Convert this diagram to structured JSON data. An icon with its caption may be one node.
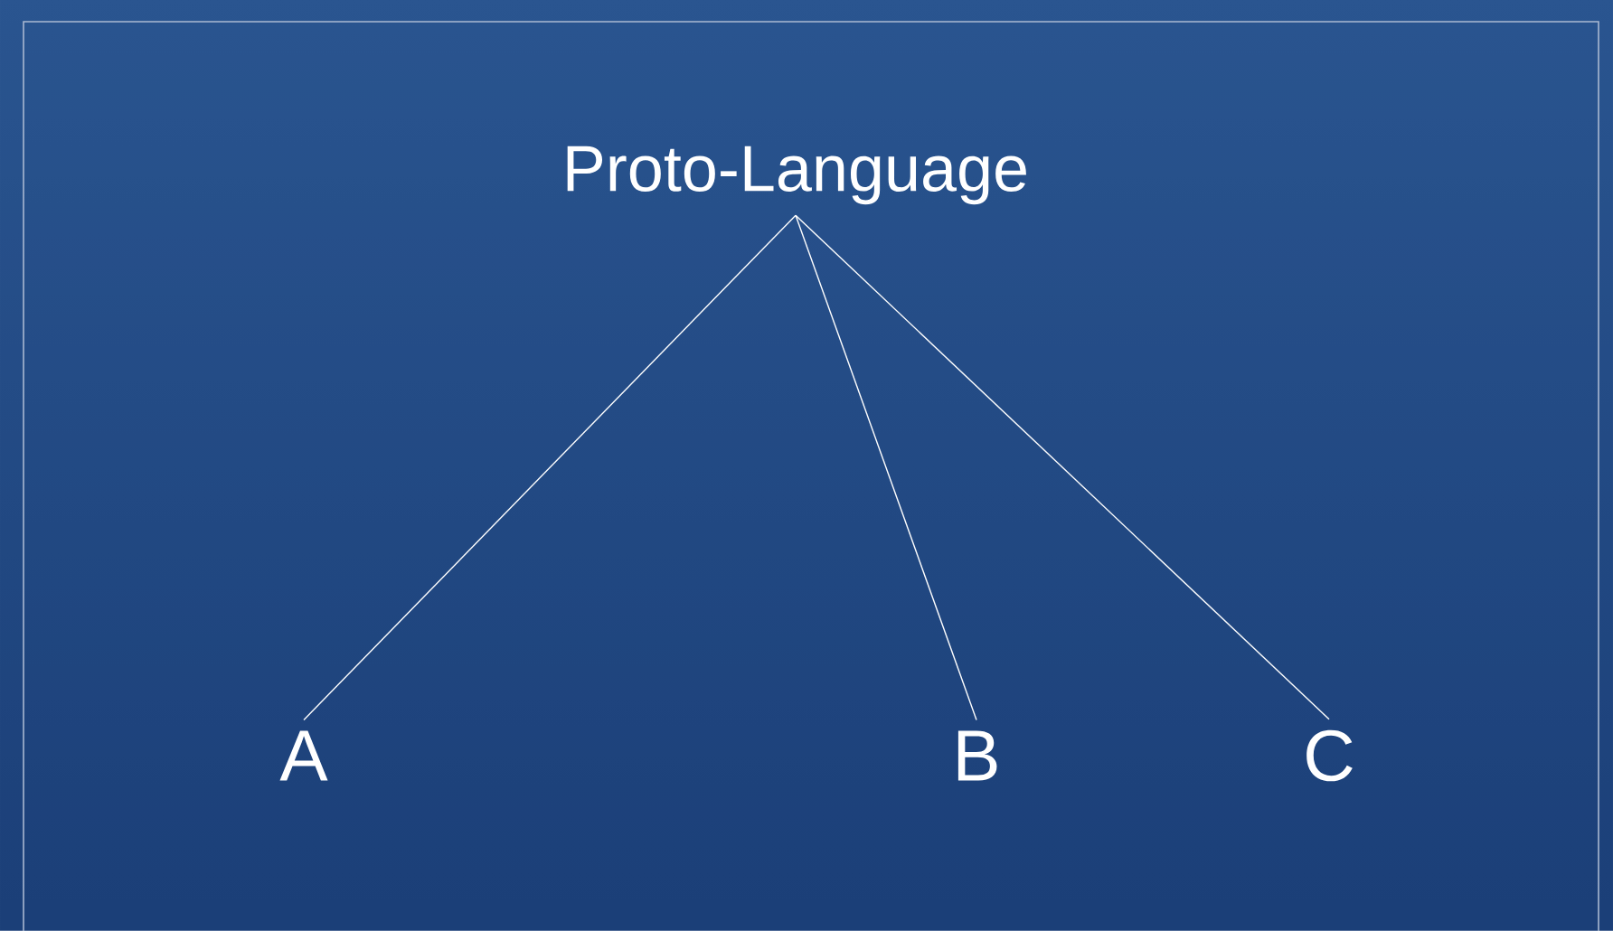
{
  "diagram": {
    "nodes": [
      {
        "text": [
          "Proto-Language"
        ]
      },
      {
        "text": [
          "A"
        ]
      },
      {
        "text": [
          "B"
        ]
      },
      {
        "text": [
          "C"
        ]
      }
    ],
    "edges": [
      {
        "from": 0,
        "to": 1,
        "arrow": "none"
      },
      {
        "from": 0,
        "to": 2,
        "arrow": "none"
      },
      {
        "from": 0,
        "to": 3,
        "arrow": "none"
      }
    ]
  }
}
